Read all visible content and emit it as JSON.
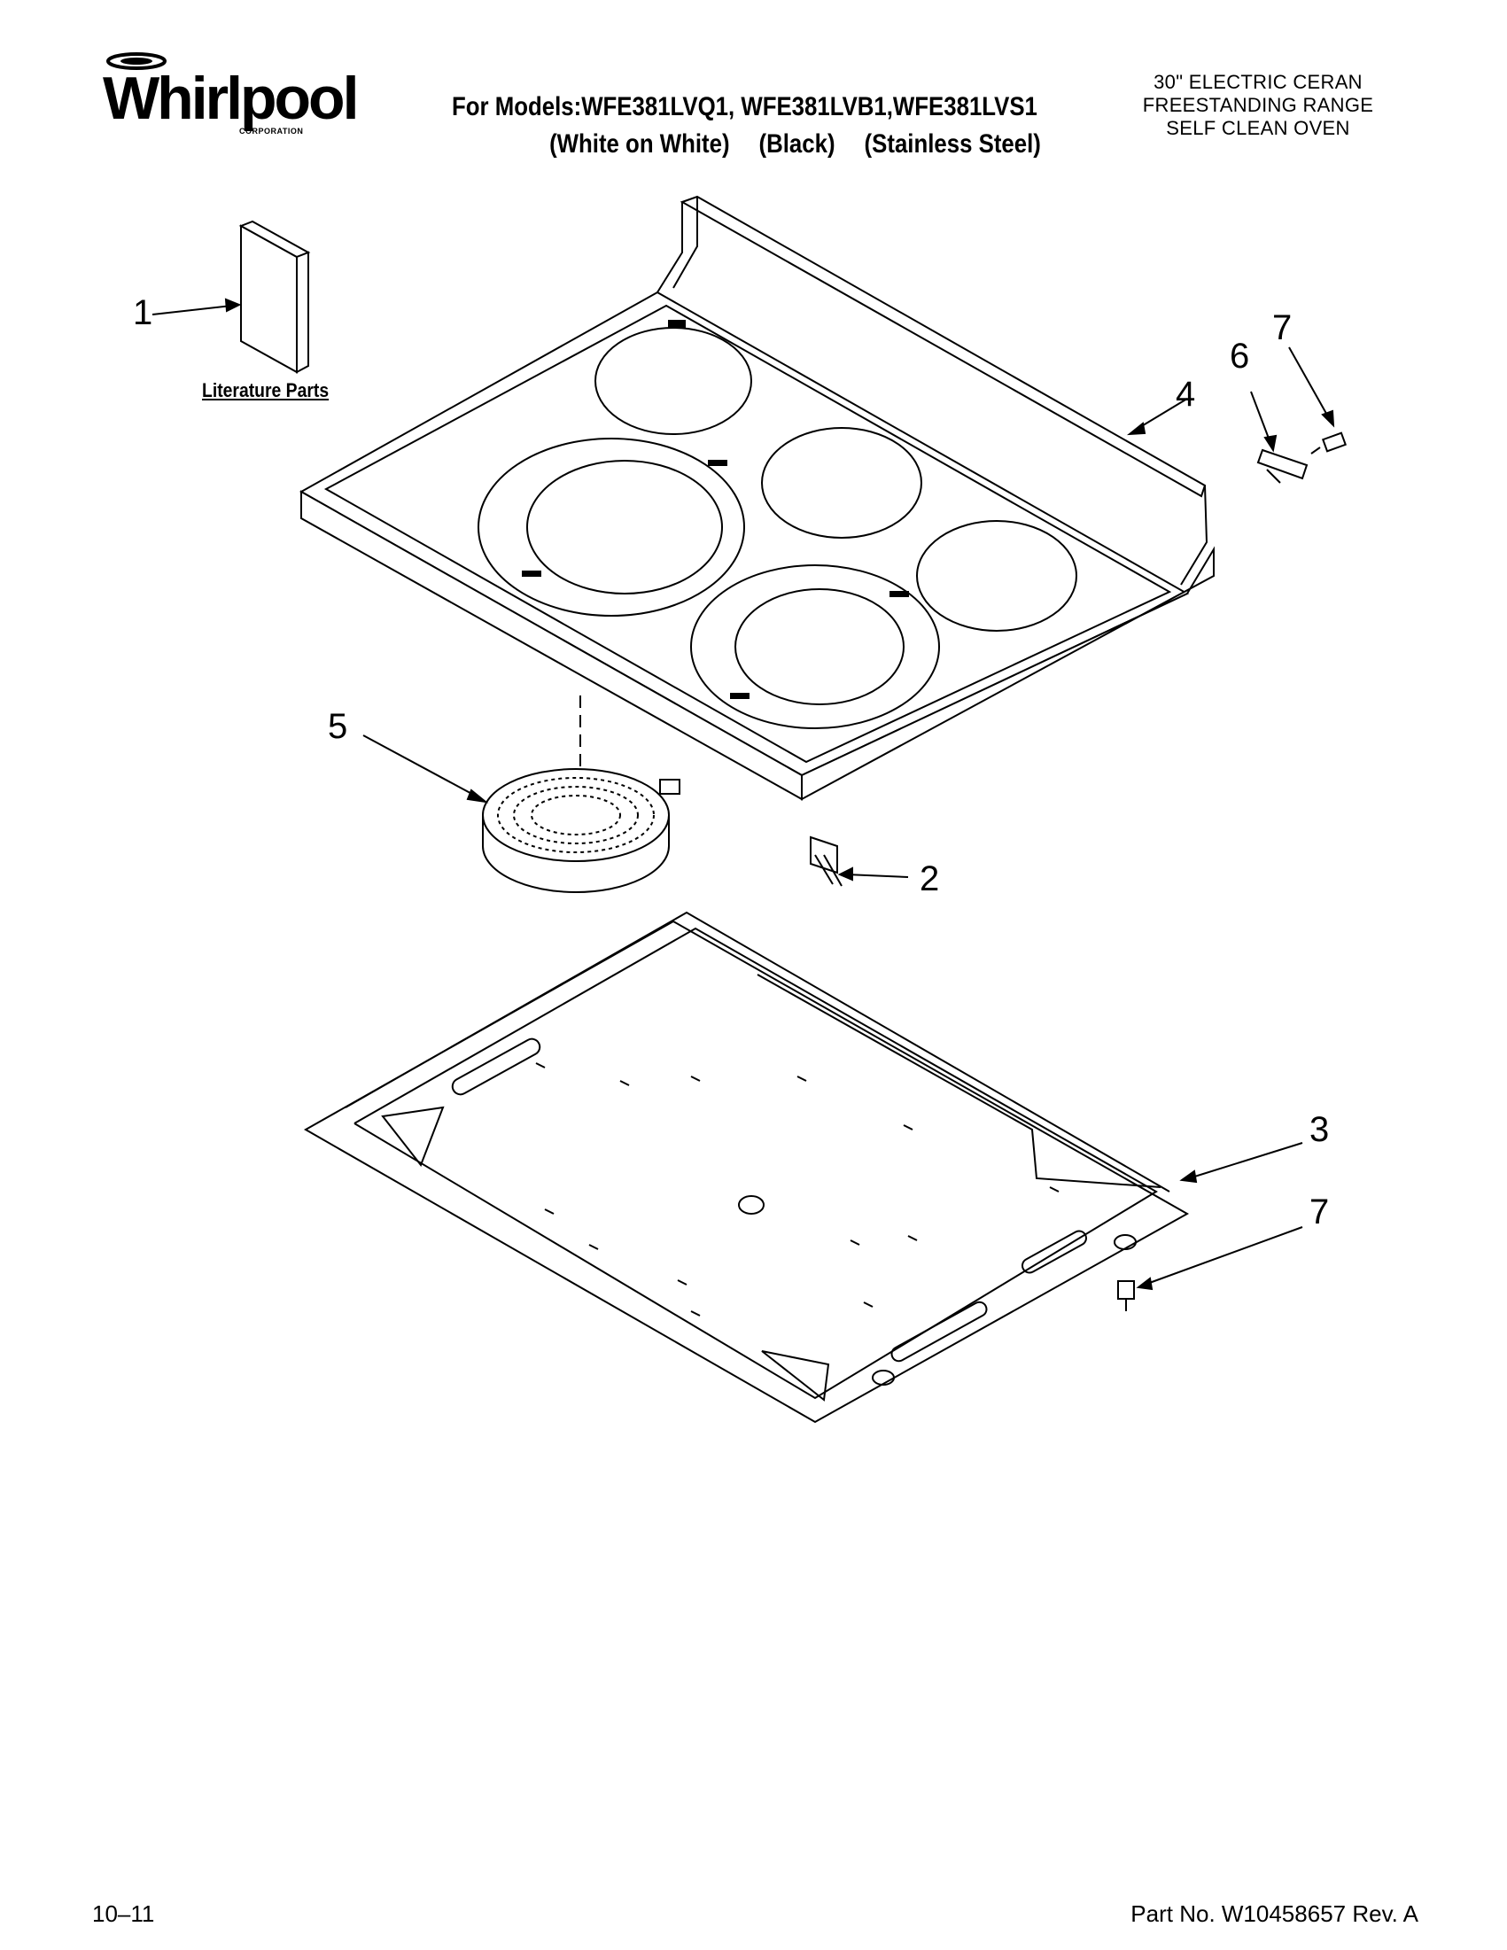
{
  "header": {
    "brand": "Whirlpool",
    "brand_sub": "CORPORATION",
    "models_line": "For Models:WFE381LVQ1, WFE381LVB1,WFE381LVS1",
    "finishes": [
      "(White on White)",
      "(Black)",
      "(Stainless Steel)"
    ],
    "product_lines": [
      "30\" ELECTRIC CERAN",
      "FREESTANDING RANGE",
      "SELF CLEAN OVEN"
    ]
  },
  "labels": {
    "literature_parts": "Literature Parts"
  },
  "callouts": [
    "1",
    "2",
    "3",
    "4",
    "5",
    "6",
    "7",
    "7"
  ],
  "footer": {
    "date": "10–11",
    "part_number": "Part No. W10458657 Rev. A"
  }
}
